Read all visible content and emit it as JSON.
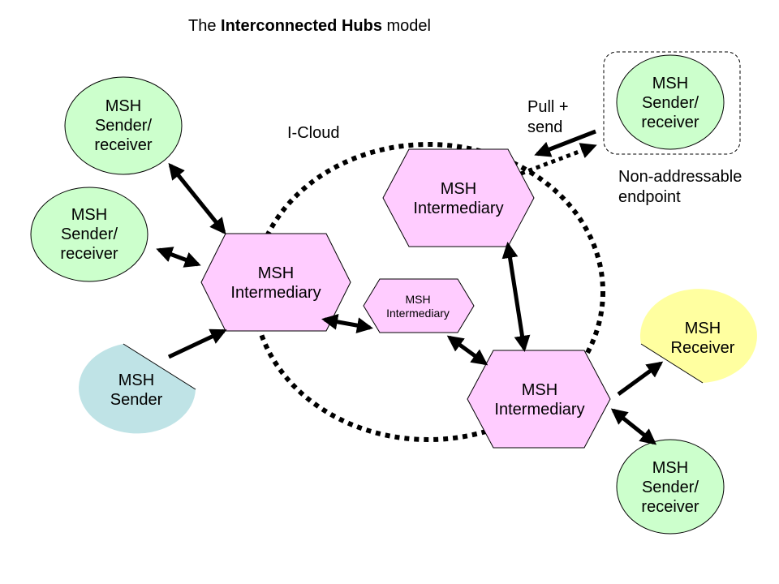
{
  "title": {
    "prefix": "The ",
    "bold": "Interconnected Hubs",
    "suffix": " model"
  },
  "cloud_label": "I-Cloud",
  "pull_label": {
    "line1": "Pull +",
    "line2": "send"
  },
  "non_addressable_label": {
    "line1": "Non-addressable",
    "line2": "endpoint"
  },
  "nodes": {
    "sender_receiver_top_left": {
      "lines": [
        "MSH",
        "Sender/",
        "receiver"
      ]
    },
    "sender_receiver_mid_left": {
      "lines": [
        "MSH",
        "Sender/",
        "receiver"
      ]
    },
    "sender_bottom_left": {
      "lines": [
        "MSH",
        "Sender"
      ]
    },
    "intermediary_left": {
      "lines": [
        "MSH",
        "Intermediary"
      ]
    },
    "intermediary_small": {
      "lines": [
        "MSH",
        "Intermediary"
      ]
    },
    "intermediary_top": {
      "lines": [
        "MSH",
        "Intermediary"
      ]
    },
    "intermediary_bottom": {
      "lines": [
        "MSH",
        "Intermediary"
      ]
    },
    "sender_receiver_top_right": {
      "lines": [
        "MSH",
        "Sender/",
        "receiver"
      ]
    },
    "receiver_right": {
      "lines": [
        "MSH",
        "Receiver"
      ]
    },
    "sender_receiver_bottom_right": {
      "lines": [
        "MSH",
        "Sender/",
        "receiver"
      ]
    }
  },
  "colors": {
    "endpoint_green": "#ccffcc",
    "sender_blue": "#bfe3e6",
    "receiver_yellow": "#ffffa0",
    "intermediary_pink": "#ffccff",
    "stroke": "#000000"
  }
}
